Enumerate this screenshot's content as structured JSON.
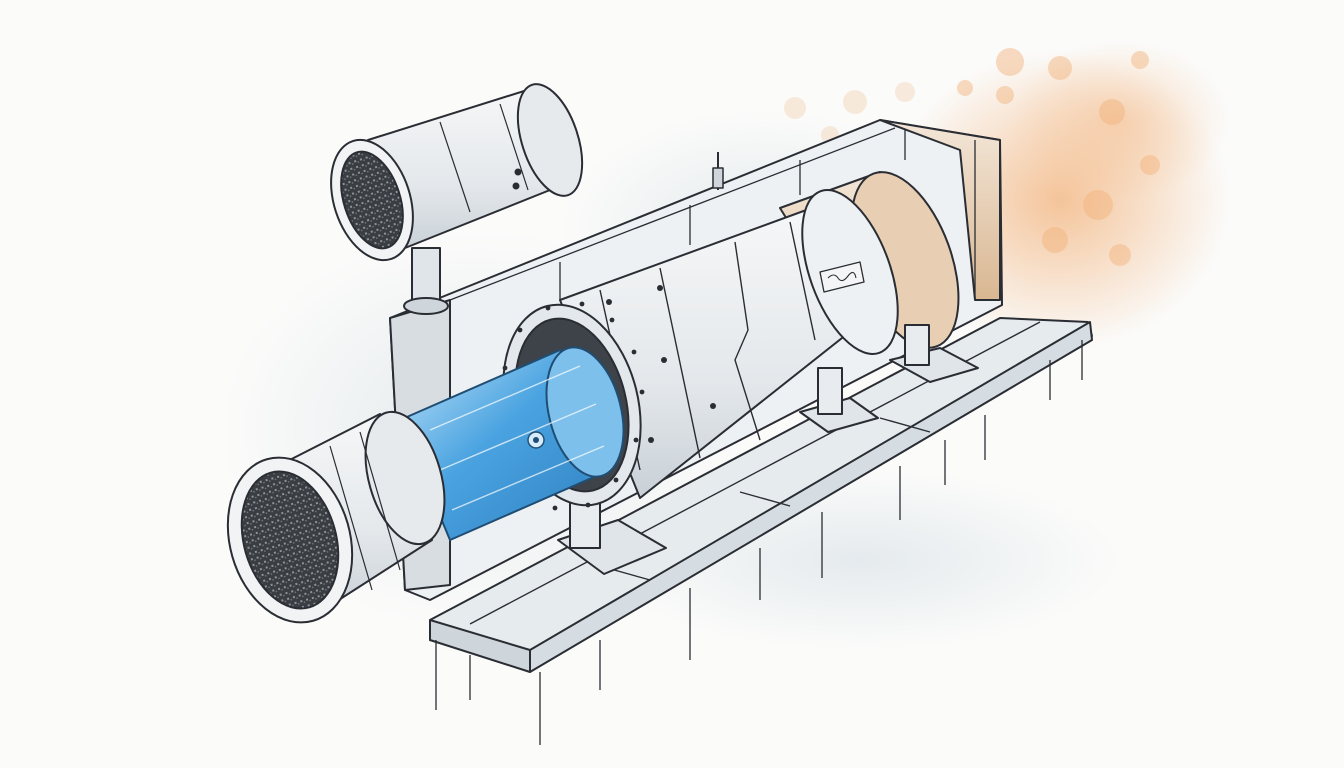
{
  "scene": {
    "subject": "hand-drawn-pipe-reactor-sketch",
    "palette": {
      "background": "#fbfbfa",
      "ink": "#2a2d33",
      "metal_light": "#eef1f3",
      "metal_mid": "#d9dee3",
      "metal_shadow": "#b9c2ca",
      "glow_blue": "#4aa3e0",
      "glow_blue_light": "#9fd0f2",
      "warm_orange": "#f2b27a",
      "warm_tan": "#e7c9a8",
      "wash_grey": "#dfe6ea"
    },
    "icons": {
      "nozzle_mark": "gear-like-symbol",
      "label_plate": "scribbled-plate"
    }
  }
}
